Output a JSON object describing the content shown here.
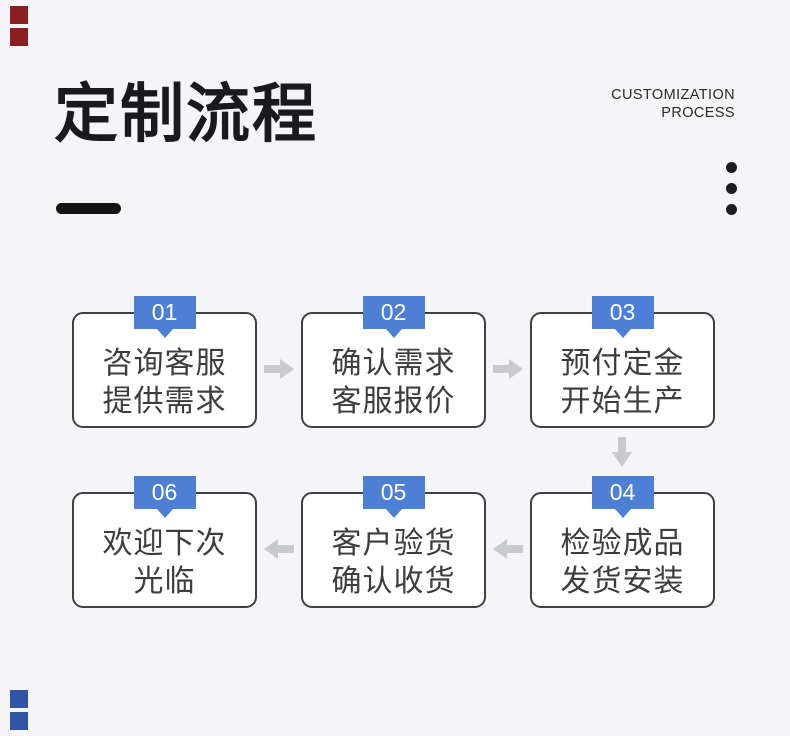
{
  "header": {
    "title": "定制流程",
    "subtitle_line1": "CUSTOMIZATION",
    "subtitle_line2": "PROCESS"
  },
  "flow": {
    "steps": [
      {
        "num": "01",
        "line1": "咨询客服",
        "line2": "提供需求"
      },
      {
        "num": "02",
        "line1": "确认需求",
        "line2": "客服报价"
      },
      {
        "num": "03",
        "line1": "预付定金",
        "line2": "开始生产"
      },
      {
        "num": "04",
        "line1": "检验成品",
        "line2": "发货安装"
      },
      {
        "num": "05",
        "line1": "客户验货",
        "line2": "确认收货"
      },
      {
        "num": "06",
        "line1": "欢迎下次",
        "line2": "光临"
      }
    ]
  },
  "colors": {
    "bg": "#f5f4f6",
    "accent-blue": "#4d80d5",
    "box-border": "#404044",
    "box-bg": "#ffffff",
    "text-dark": "#1a1a1c",
    "step-text": "#3d3d3d",
    "arrow": "#c9cacc",
    "decor-red": "#8a1e23",
    "decor-blue": "#3156a6",
    "subtitle": "#2b2b2b"
  }
}
